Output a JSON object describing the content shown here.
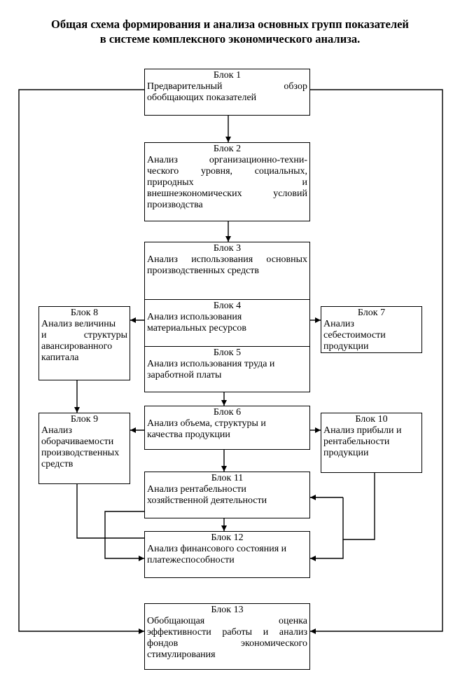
{
  "title": {
    "line1": "Общая схема формирования и анализа основных групп показателей",
    "line2": "в системе комплексного экономического анализа."
  },
  "blocks": {
    "b1": {
      "title": "Блок 1",
      "lines": [
        "Предварительный обзор",
        "обобщающих показателей"
      ]
    },
    "b2": {
      "title": "Блок 2",
      "lines": [
        "Анализ организационно-техни-",
        "ческого уровня, социальных,",
        "природных и",
        "внешнеэкономических условий",
        "производства"
      ]
    },
    "b3": {
      "title": "Блок 3",
      "lines": [
        "Анализ использования основных",
        "производственных средств"
      ]
    },
    "b4": {
      "title": "Блок 4",
      "lines": [
        "Анализ использования",
        "материальных ресурсов"
      ]
    },
    "b5": {
      "title": "Блок 5",
      "lines": [
        "Анализ использования труда и",
        "заработной платы"
      ]
    },
    "b6": {
      "title": "Блок 6",
      "lines": [
        "Анализ объема, структуры и",
        "качества продукции"
      ]
    },
    "b7": {
      "title": "Блок 7",
      "lines": [
        "Анализ",
        "себестоимости",
        "продукции"
      ]
    },
    "b8": {
      "title": "Блок 8",
      "lines": [
        "Анализ величины",
        "и структуры",
        "авансированного",
        "капитала"
      ]
    },
    "b9": {
      "title": "Блок 9",
      "lines": [
        "Анализ",
        "оборачиваемости",
        "производственных",
        "средств"
      ]
    },
    "b10": {
      "title": "Блок 10",
      "lines": [
        "Анализ прибыли и",
        "рентабельности",
        "продукции"
      ]
    },
    "b11": {
      "title": "Блок 11",
      "lines": [
        "Анализ рентабельности",
        "хозяйственной деятельности"
      ]
    },
    "b12": {
      "title": "Блок 12",
      "lines": [
        "Анализ финансового состояния и",
        "платежеспособности"
      ]
    },
    "b13": {
      "title": "Блок 13",
      "lines": [
        "Обобщающая оценка",
        "эффективности работы и анализ",
        "фондов экономического",
        "стимулирования"
      ]
    }
  }
}
